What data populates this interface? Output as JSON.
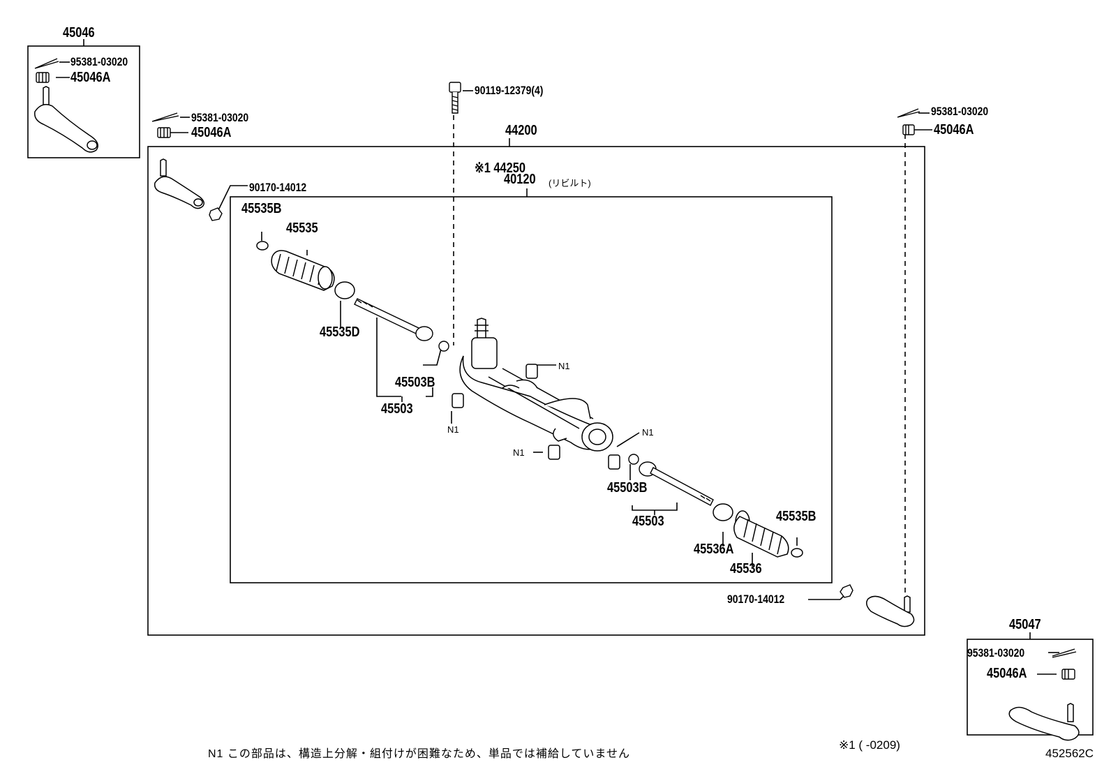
{
  "labels": {
    "kit_rh_number": "45046",
    "kit_lh_number": "45047",
    "cotter_pin_kit_rh": "95381-03020",
    "nut_kit_rh": "45046A",
    "cotter_pin_upper_left": "95381-03020",
    "nut_upper_left": "45046A",
    "bolt": "90119-12379(4)",
    "cotter_pin_upper_right": "95381-03020",
    "nut_upper_right": "45046A",
    "gear_assembly": "44200",
    "gear_rebuilt_marker": "※1 44250",
    "gear_sub": "40120",
    "gear_sub_suffix": "(リビルト)",
    "nut_left": "90170-14012",
    "clamp_left": "45535B",
    "boot_left": "45535",
    "clip_left": "45535D",
    "washer_left": "45503B",
    "tie_rod_left": "45503",
    "n1_a": "N1",
    "n1_b": "N1",
    "n1_c": "N1",
    "n1_d": "N1",
    "washer_right": "45503B",
    "tie_rod_right": "45503",
    "clamp_right": "45535B",
    "clip_right": "45536A",
    "boot_right": "45536",
    "nut_right": "90170-14012",
    "cotter_pin_kit_lh": "95381-03020",
    "nut_kit_lh": "45046A"
  },
  "footer": {
    "note": "N1 この部品は、構造上分解・組付けが困難なため、単品では補給していません",
    "footnote": "※1 (     -0209)",
    "drawing_code": "452562C"
  }
}
